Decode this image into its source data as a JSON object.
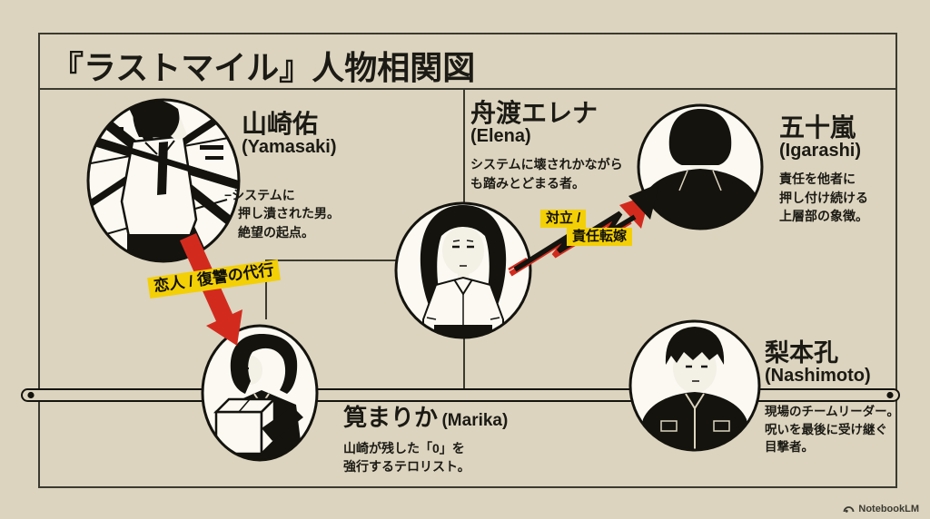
{
  "title": "『ラストマイル』人物相関図",
  "footer": {
    "brand": "NotebookLM"
  },
  "colors": {
    "background": "#dcd4bf",
    "ink": "#1b1a14",
    "line": "#3b3a2f",
    "accent_red": "#d22b1e",
    "accent_yellow": "#f3cf06",
    "paper": "#fbf9f2"
  },
  "characters": [
    {
      "id": "yamasaki",
      "name": "山崎佑",
      "romaji": "(Yamasaki)",
      "desc_lines": [
        "−システムに",
        "押し潰された男。",
        "絶望の起点。"
      ]
    },
    {
      "id": "elena",
      "name": "舟渡エレナ",
      "romaji": "(Elena)",
      "desc_lines": [
        "システムに壊されかながら",
        "も踏みとどまる者。"
      ]
    },
    {
      "id": "igarashi",
      "name": "五十嵐",
      "romaji": "(Igarashi)",
      "desc_lines": [
        "責任を他者に",
        "押し付け続ける",
        "上層部の象徴。"
      ]
    },
    {
      "id": "marika",
      "name": "筧まりか",
      "romaji": "(Marika)",
      "desc_lines": [
        "山崎が残した「0」を",
        "強行するテロリスト。"
      ]
    },
    {
      "id": "nashimoto",
      "name": "梨本孔",
      "romaji": "(Nashimoto)",
      "desc_lines": [
        "現場のチームリーダー。",
        "呪いを最後に受け継ぐ",
        "目撃者。"
      ]
    }
  ],
  "relationships": [
    {
      "id": "lover-revenge",
      "label": "恋人 / 復讐の代行"
    },
    {
      "id": "conflict-blame",
      "label_line1": "対立 /",
      "label_line2": "責任転嫁"
    }
  ]
}
